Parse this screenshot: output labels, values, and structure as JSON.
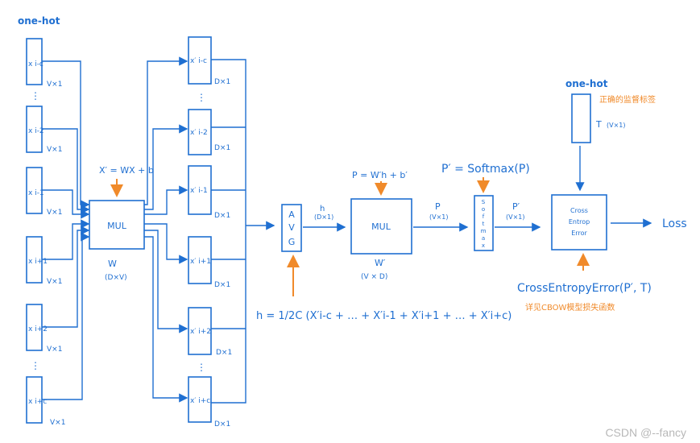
{
  "labels": {
    "onehot_left": "one-hot",
    "onehot_right": "one-hot",
    "label_note": "正确的监督标签",
    "cbow_note": "详见CBOW模型损失函数",
    "watermark": "CSDN @--fancy"
  },
  "inputs": [
    {
      "name": "x i-c",
      "dim": "V×1"
    },
    {
      "name": "x i-2",
      "dim": "V×1"
    },
    {
      "name": "x i-1",
      "dim": "V×1"
    },
    {
      "name": "x i+1",
      "dim": "V×1"
    },
    {
      "name": "x i+2",
      "dim": "V×1"
    },
    {
      "name": "x i+c",
      "dim": "V×1"
    }
  ],
  "outputs": [
    {
      "name": "x′ i-c",
      "dim": "D×1"
    },
    {
      "name": "x′ i-2",
      "dim": "D×1"
    },
    {
      "name": "x′ i-1",
      "dim": "D×1"
    },
    {
      "name": "x′ i+1",
      "dim": "D×1"
    },
    {
      "name": "x′ i+2",
      "dim": "D×1"
    },
    {
      "name": "x′ i+c",
      "dim": "D×1"
    }
  ],
  "mul1": {
    "label": "MUL",
    "formula": "X′ = WX + b",
    "weight": "W",
    "weight_dim": "(D×V)"
  },
  "avg": {
    "letters": [
      "A",
      "V",
      "G"
    ],
    "formula": "h = 1/2C (X′i-c + … + X′i-1 + X′i+1 + … + X′i+c)"
  },
  "h": {
    "name": "h",
    "dim": "(D×1)"
  },
  "mul2": {
    "label": "MUL",
    "formula": "P = W′h + b′",
    "weight": "W′",
    "weight_dim": "(V × D)"
  },
  "p": {
    "name": "P",
    "dim": "(V×1)"
  },
  "softmax": {
    "letters": [
      "S",
      "o",
      "f",
      "t",
      "m",
      "a",
      "x"
    ],
    "formula": "P′ = Softmax(P)"
  },
  "pprime": {
    "name": "P′",
    "dim": "(V×1)"
  },
  "target": {
    "name": "T",
    "dim": "(V×1)"
  },
  "cee": {
    "lines": [
      "Cross",
      "Entrop",
      "Error"
    ],
    "formula": "CrossEntropyError(P′, T)"
  },
  "loss": "Loss"
}
